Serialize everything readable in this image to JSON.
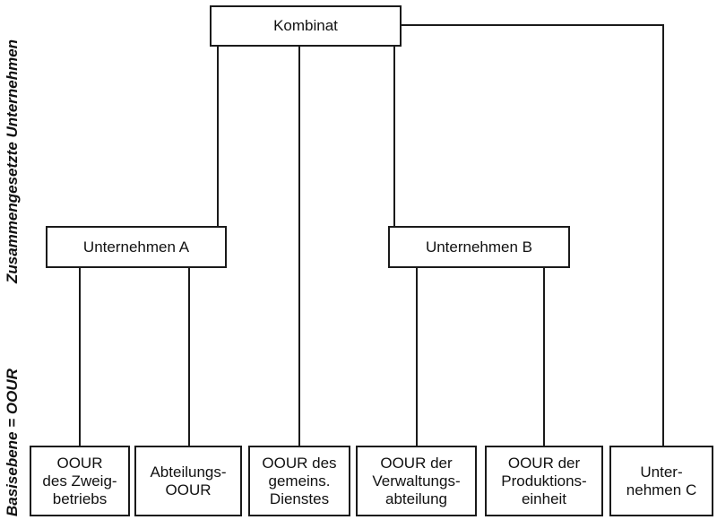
{
  "diagram": {
    "side_labels": {
      "composite": "Zusammengesetzte Unternehmen",
      "base": "Basisebene = OOUR"
    },
    "nodes": {
      "kombinat": "Kombinat",
      "unternehmen_a": "Unternehmen A",
      "unternehmen_b": "Unternehmen B",
      "oour_zweigbetrieb": "OOUR\ndes Zweig-\nbetriebs",
      "abteilungs_oour": "Abteilungs-\nOOUR",
      "oour_dienstes": "OOUR des\ngemeins.\nDienstes",
      "oour_verwaltung": "OOUR der\nVerwaltungs-\nabteilung",
      "oour_produktion": "OOUR der\nProduktions-\neinheit",
      "unternehmen_c": "Unter-\nnehmen C"
    },
    "edges": [
      [
        "kombinat",
        "unternehmen_a"
      ],
      [
        "kombinat",
        "oour_dienstes"
      ],
      [
        "kombinat",
        "unternehmen_b"
      ],
      [
        "kombinat",
        "unternehmen_c"
      ],
      [
        "unternehmen_a",
        "oour_zweigbetrieb"
      ],
      [
        "unternehmen_a",
        "abteilungs_oour"
      ],
      [
        "unternehmen_b",
        "oour_verwaltung"
      ],
      [
        "unternehmen_b",
        "oour_produktion"
      ]
    ]
  }
}
